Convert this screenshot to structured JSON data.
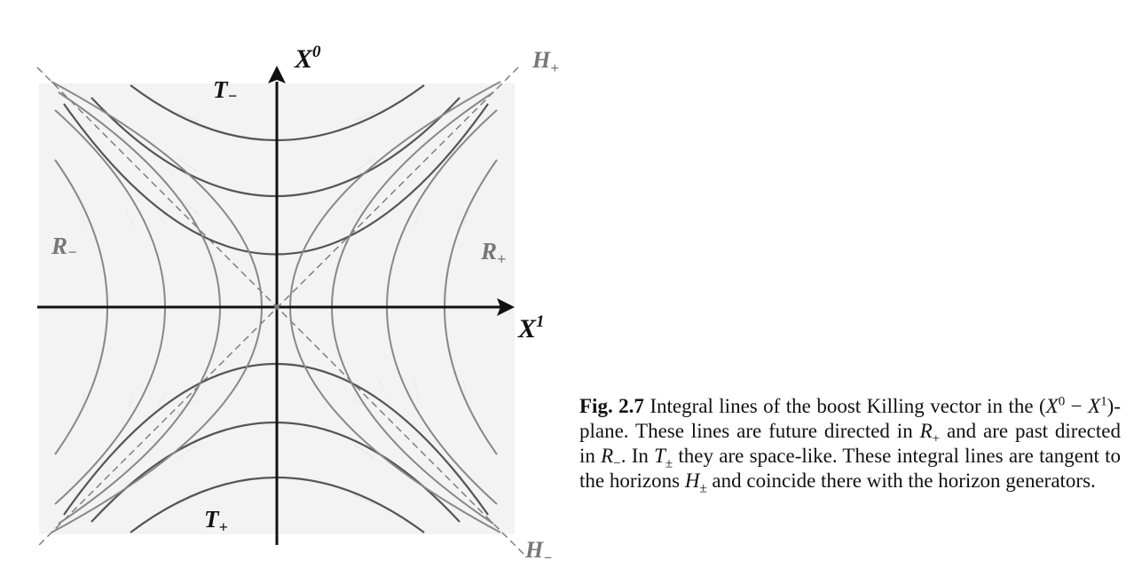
{
  "figure": {
    "axis_x_symbol": "X",
    "axis_x_sup": "1",
    "axis_t_symbol": "X",
    "axis_t_sup": "0",
    "region_top": "T",
    "region_top_sub": "−",
    "region_bottom": "T",
    "region_bottom_sub": "+",
    "region_left": "R",
    "region_left_sub": "−",
    "region_right": "R",
    "region_right_sub": "+",
    "horizon_upper": "H",
    "horizon_upper_sub": "+",
    "horizon_lower": "H",
    "horizon_lower_sub": "−",
    "colors": {
      "axes": "#111111",
      "t_curves": "#555555",
      "r_curves": "#888888",
      "horizon": "#777777",
      "background": "#f3f3f3"
    }
  },
  "caption": {
    "label": "Fig. 2.7",
    "s1": " Integral lines of the boost Killing vector in the (",
    "x0": "X",
    "x0_sup": "0",
    "minus": " − ",
    "x1": "X",
    "x1_sup": "1",
    "s2": ")-plane. These lines are future directed in ",
    "rplus": "R",
    "rplus_sub": "+",
    "s3": " and are past directed in ",
    "rminus": "R",
    "rminus_sub": "−",
    "s4": ". In ",
    "tpm": "T",
    "tpm_sub": "±",
    "s5": " they are space-like. These integral lines are tangent to the horizons ",
    "hpm": "H",
    "hpm_sub": "±",
    "s6": " and coincide there with the horizon generators."
  }
}
